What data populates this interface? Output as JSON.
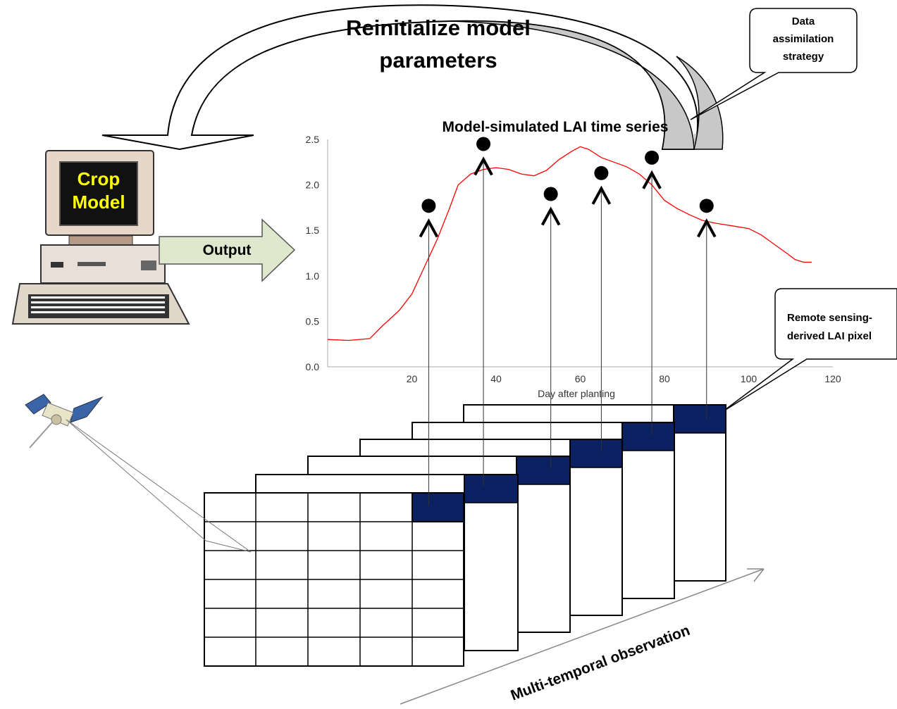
{
  "diagram": {
    "reinit_label_line1": "Reinitialize model",
    "reinit_label_line2": "parameters",
    "callout_strategy_line1": "Data",
    "callout_strategy_line2": "assimilation",
    "callout_strategy_line3": "strategy",
    "computer_screen_line1": "Crop",
    "computer_screen_line2": "Model",
    "output_label": "Output",
    "callout_pixel_line1": "Remote sensing-",
    "callout_pixel_line2": "derived LAI pixel",
    "observation_label": "Multi-temporal observation",
    "colors": {
      "curve": "#ff0000",
      "pixel": "#0b2161",
      "output_arrow": "#dfe8cd",
      "reinit_arrow_tip": "#c8c8c8",
      "screen_text": "#ffff00"
    }
  },
  "chart_data": {
    "type": "line",
    "title": "Model-simulated LAI time series",
    "xlabel": "Day after planting",
    "ylabel": "",
    "xlim": [
      0,
      120
    ],
    "ylim": [
      0,
      2.5
    ],
    "x_ticks": [
      "20",
      "40",
      "60",
      "80",
      "100",
      "120"
    ],
    "y_ticks": [
      "0.0",
      "0.5",
      "1.0",
      "1.5",
      "2.0",
      "2.5"
    ],
    "x_tick_values": [
      20,
      40,
      60,
      80,
      100,
      120
    ],
    "y_tick_values": [
      0,
      0.5,
      1.0,
      1.5,
      2.0,
      2.5
    ],
    "series": [
      {
        "points": [
          [
            0,
            0.3
          ],
          [
            5,
            0.29
          ],
          [
            10,
            0.31
          ],
          [
            13,
            0.45
          ],
          [
            17,
            0.62
          ],
          [
            20,
            0.8
          ],
          [
            23,
            1.1
          ],
          [
            26,
            1.4
          ],
          [
            29,
            1.75
          ],
          [
            31,
            2.0
          ],
          [
            34,
            2.12
          ],
          [
            37,
            2.17
          ],
          [
            40,
            2.19
          ],
          [
            43,
            2.17
          ],
          [
            46,
            2.12
          ],
          [
            49,
            2.1
          ],
          [
            52,
            2.16
          ],
          [
            55,
            2.28
          ],
          [
            58,
            2.37
          ],
          [
            60,
            2.42
          ],
          [
            62,
            2.39
          ],
          [
            65,
            2.3
          ],
          [
            68,
            2.25
          ],
          [
            71,
            2.2
          ],
          [
            74,
            2.12
          ],
          [
            77,
            2.0
          ],
          [
            80,
            1.83
          ],
          [
            83,
            1.74
          ],
          [
            86,
            1.67
          ],
          [
            89,
            1.61
          ],
          [
            92,
            1.58
          ],
          [
            96,
            1.55
          ],
          [
            100,
            1.52
          ],
          [
            103,
            1.45
          ],
          [
            106,
            1.35
          ],
          [
            109,
            1.25
          ],
          [
            111,
            1.18
          ],
          [
            113,
            1.15
          ],
          [
            115,
            1.15
          ]
        ]
      }
    ],
    "observations": [
      {
        "x": 24,
        "y": 1.77
      },
      {
        "x": 37,
        "y": 2.45
      },
      {
        "x": 53,
        "y": 1.9
      },
      {
        "x": 65,
        "y": 2.13
      },
      {
        "x": 77,
        "y": 2.3
      },
      {
        "x": 90,
        "y": 1.77
      }
    ]
  }
}
